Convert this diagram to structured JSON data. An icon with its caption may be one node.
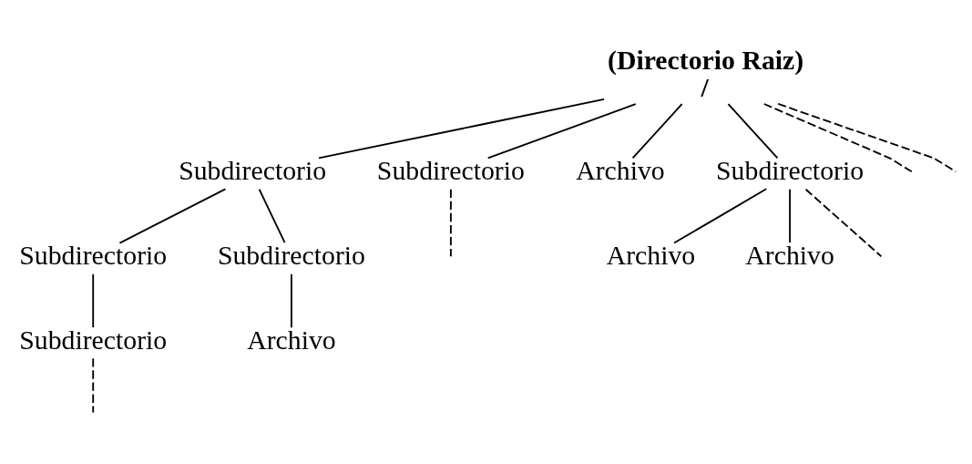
{
  "diagram": {
    "nodes": [
      {
        "text": [
          "(Directorio Raiz)"
        ],
        "beside": [
          "/"
        ]
      },
      {
        "text": [
          "Subdirectorio"
        ]
      },
      {
        "text": [
          "Subdirectorio"
        ]
      },
      {
        "text": [
          "Archivo"
        ]
      },
      {
        "text": [
          "Subdirectorio"
        ]
      },
      {
        "text": [
          "Subdirectorio"
        ]
      },
      {
        "text": [
          "Subdirectorio"
        ]
      },
      {
        "text": [
          "Archivo"
        ]
      },
      {
        "text": [
          "Archivo"
        ]
      },
      {
        "text": [
          "Subdirectorio"
        ]
      },
      {
        "text": [
          "Archivo"
        ]
      }
    ],
    "edges": [
      {
        "from": 0,
        "to": null,
        "arrow": "none",
        "style": "dashed"
      },
      {
        "from": 0,
        "to": 1,
        "arrow": "none"
      },
      {
        "from": 0,
        "to": 2,
        "arrow": "none"
      },
      {
        "from": 0,
        "to": 3,
        "arrow": "none"
      },
      {
        "from": 0,
        "to": 4,
        "arrow": "none"
      },
      {
        "from": 0,
        "to": null,
        "arrow": "none",
        "style": "dashed"
      },
      {
        "from": 1,
        "to": 5,
        "arrow": "none"
      },
      {
        "from": 1,
        "to": 6,
        "arrow": "none"
      },
      {
        "from": 2,
        "to": null,
        "arrow": "none",
        "style": "dashed"
      },
      {
        "from": 4,
        "to": 7,
        "arrow": "none"
      },
      {
        "from": 4,
        "to": null,
        "arrow": "none",
        "style": "dashed"
      },
      {
        "from": 4,
        "to": 8,
        "arrow": "none"
      },
      {
        "from": 5,
        "to": 9,
        "arrow": "none"
      },
      {
        "from": 6,
        "to": 10,
        "arrow": "none"
      },
      {
        "from": 9,
        "to": null,
        "arrow": "none",
        "style": "dashed"
      }
    ]
  }
}
